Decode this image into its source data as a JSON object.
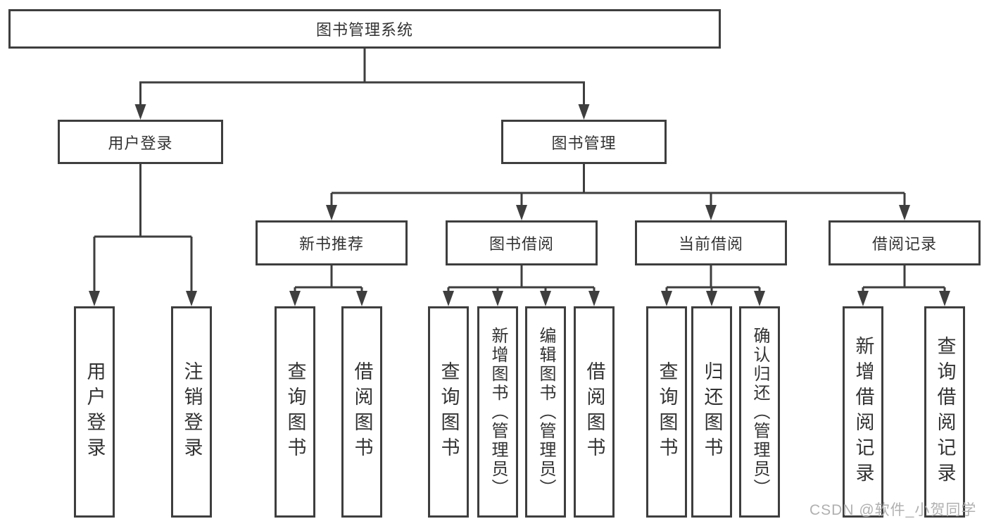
{
  "diagram": {
    "root": "图书管理系统",
    "children": [
      {
        "label": "用户登录",
        "children": [
          "用户登录",
          "注销登录"
        ]
      },
      {
        "label": "图书管理",
        "children": [
          {
            "label": "新书推荐",
            "children": [
              "查询图书",
              "借阅图书"
            ]
          },
          {
            "label": "图书借阅",
            "children": [
              "查询图书",
              "新增图书（管理员）",
              "编辑图书（管理员）",
              "借阅图书"
            ]
          },
          {
            "label": "当前借阅",
            "children": [
              "查询图书",
              "归还图书",
              "确认归还（管理员）"
            ]
          },
          {
            "label": "借阅记录",
            "children": [
              "新增借阅记录",
              "查询借阅记录"
            ]
          }
        ]
      }
    ]
  },
  "watermark": {
    "text": "CSDN @软件_小贺同学"
  },
  "colors": {
    "line": "#3e3e3e",
    "border": "#3e3e3e",
    "text": "#333333",
    "watermark": "#b0b0b0",
    "background": "#ffffff"
  }
}
